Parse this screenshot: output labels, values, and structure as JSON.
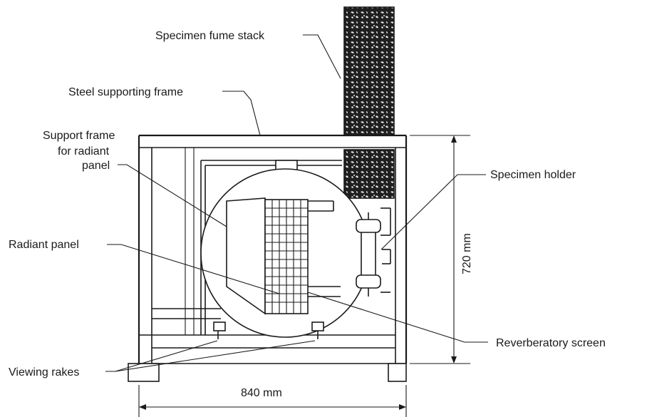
{
  "labels": {
    "fume_stack": "Specimen fume stack",
    "steel_frame": "Steel supporting frame",
    "support_frame_line1": "Support frame",
    "support_frame_line2": "for radiant",
    "support_frame_line3": "panel",
    "specimen_holder": "Specimen holder",
    "radiant_panel": "Radiant panel",
    "reverberatory_screen": "Reverberatory screen",
    "viewing_rakes": "Viewing rakes"
  },
  "dimensions": {
    "height": "720 mm",
    "width": "840 mm"
  },
  "colors": {
    "ink": "#1a1a1a",
    "paper": "#ffffff"
  }
}
